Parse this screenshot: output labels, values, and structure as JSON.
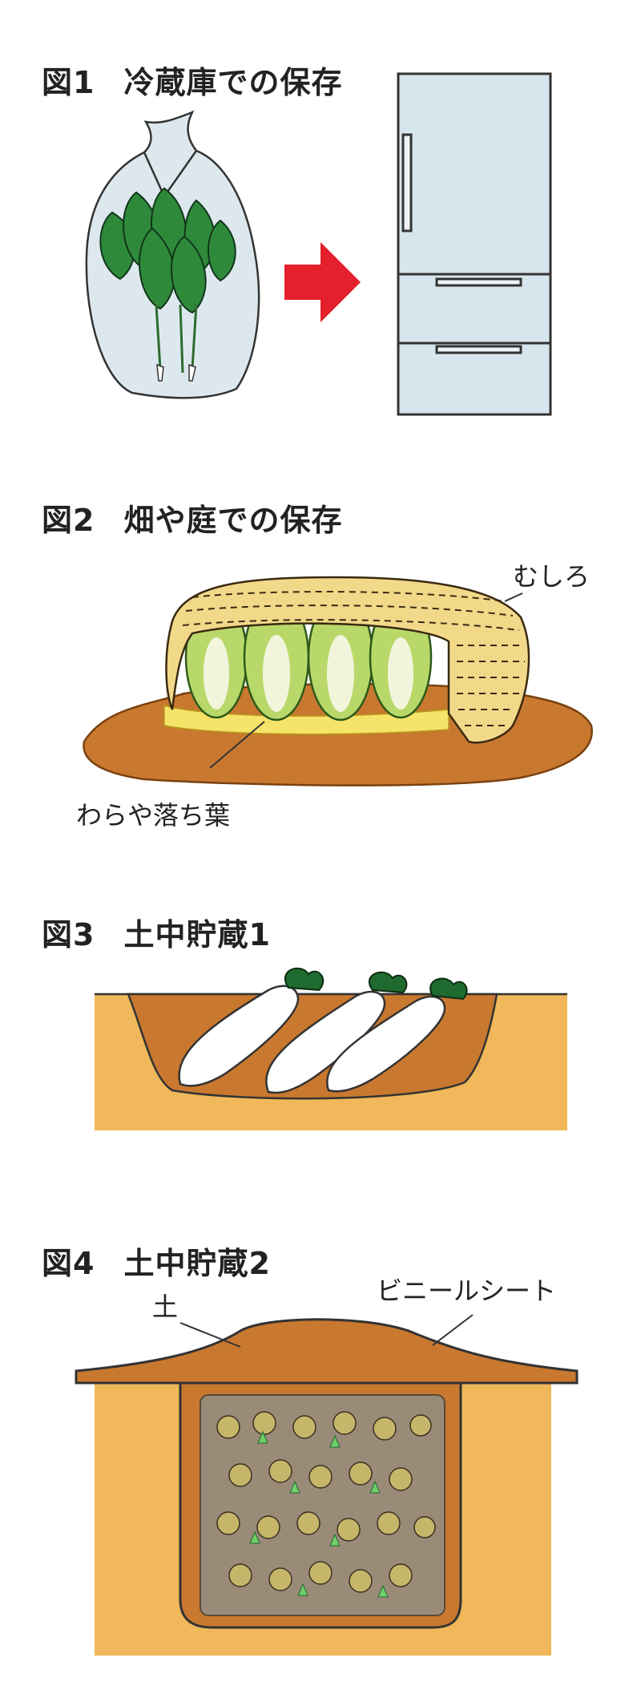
{
  "figures": [
    {
      "number": "図1",
      "title": "冷蔵庫での保存"
    },
    {
      "number": "図2",
      "title": "畑や庭での保存",
      "labels": {
        "mat": "むしろ",
        "straw": "わらや落ち葉"
      }
    },
    {
      "number": "図3",
      "title": "土中貯蔵1"
    },
    {
      "number": "図4",
      "title": "土中貯蔵2",
      "labels": {
        "soil": "土",
        "sheet": "ビニールシート"
      }
    }
  ],
  "colors": {
    "bag": "#dde8ee",
    "leaf": "#2e8a3a",
    "arrow": "#e3202b",
    "fridge": "#d6e6ec",
    "cabbage": "#b9d86a",
    "mat": "#f2d98a",
    "soil": "#c9782f",
    "ground": "#f0b85a",
    "radish": "#ffffff",
    "pit": "#9a8a78"
  },
  "icons": [
    "spinach-bag-icon",
    "arrow-right-icon",
    "refrigerator-icon",
    "cabbage-under-mat-icon",
    "radish-in-trench-icon",
    "buried-vegetables-pit-icon"
  ]
}
